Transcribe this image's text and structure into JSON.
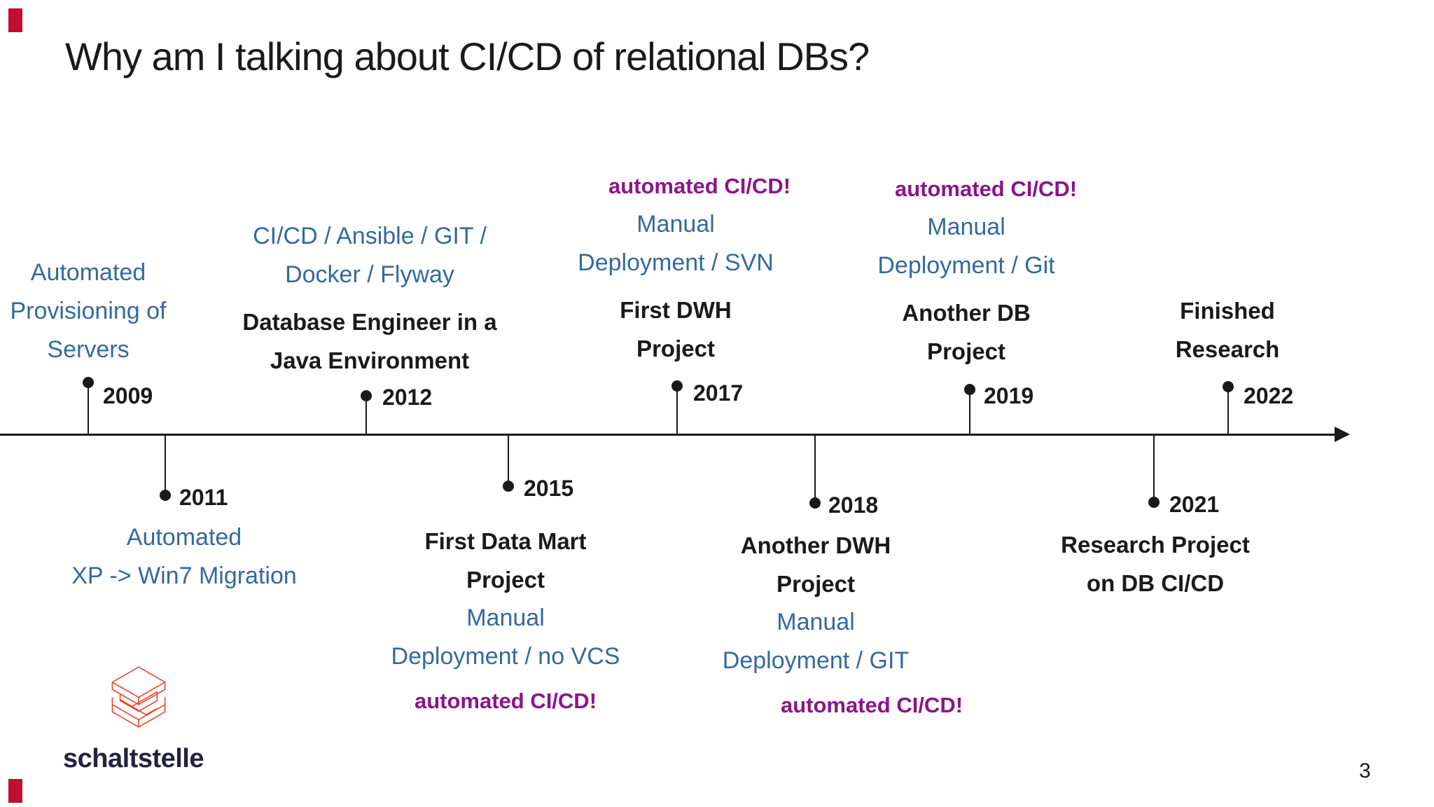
{
  "slide": {
    "title": "Why am I talking about CI/CD of relational DBs?",
    "page_number": "3"
  },
  "colors": {
    "event_blue": "#35699E",
    "event_purple": "#8B158B",
    "text_black": "#1A1A1A",
    "logo_red": "#E8452E",
    "logo_navy": "#222240",
    "edge_mark_red": "#C20E32"
  },
  "timeline": {
    "events": [
      {
        "year": "2009",
        "side": "above",
        "lines": [
          {
            "text": "Automated",
            "color": "blue"
          },
          {
            "text": "Provisioning of",
            "color": "blue"
          },
          {
            "text": "Servers",
            "color": "blue"
          }
        ]
      },
      {
        "year": "2011",
        "side": "below",
        "lines": [
          {
            "text": "Automated",
            "color": "blue"
          },
          {
            "text": "XP -> Win7 Migration",
            "color": "blue"
          }
        ]
      },
      {
        "year": "2012",
        "side": "above",
        "lines": [
          {
            "text": "CI/CD / Ansible / GIT /",
            "color": "blue"
          },
          {
            "text": "Docker / Flyway",
            "color": "blue"
          },
          {
            "text": "Database Engineer in a",
            "color": "black"
          },
          {
            "text": "Java Environment",
            "color": "black"
          }
        ]
      },
      {
        "year": "2015",
        "side": "below",
        "lines": [
          {
            "text": "First Data Mart",
            "color": "black"
          },
          {
            "text": "Project",
            "color": "black"
          },
          {
            "text": "Manual",
            "color": "blue"
          },
          {
            "text": "Deployment / no VCS",
            "color": "blue"
          },
          {
            "text": "automated CI/CD!",
            "color": "purple"
          }
        ]
      },
      {
        "year": "2017",
        "side": "above",
        "lines": [
          {
            "text": "automated CI/CD!",
            "color": "purple"
          },
          {
            "text": "Manual",
            "color": "blue"
          },
          {
            "text": "Deployment / SVN",
            "color": "blue"
          },
          {
            "text": "First DWH",
            "color": "black"
          },
          {
            "text": "Project",
            "color": "black"
          }
        ]
      },
      {
        "year": "2018",
        "side": "below",
        "lines": [
          {
            "text": "Another DWH",
            "color": "black"
          },
          {
            "text": "Project",
            "color": "black"
          },
          {
            "text": "Manual",
            "color": "blue"
          },
          {
            "text": "Deployment / GIT",
            "color": "blue"
          },
          {
            "text": "automated CI/CD!",
            "color": "purple"
          }
        ]
      },
      {
        "year": "2019",
        "side": "above",
        "lines": [
          {
            "text": "automated CI/CD!",
            "color": "purple"
          },
          {
            "text": "Manual",
            "color": "blue"
          },
          {
            "text": "Deployment / Git",
            "color": "blue"
          },
          {
            "text": "Another DB",
            "color": "black"
          },
          {
            "text": "Project",
            "color": "black"
          }
        ]
      },
      {
        "year": "2021",
        "side": "below",
        "lines": [
          {
            "text": "Research Project",
            "color": "black"
          },
          {
            "text": "on DB CI/CD",
            "color": "black"
          }
        ]
      },
      {
        "year": "2022",
        "side": "above",
        "lines": [
          {
            "text": "Finished",
            "color": "black"
          },
          {
            "text": "Research",
            "color": "black"
          }
        ]
      }
    ]
  },
  "logo": {
    "text": "schaltstelle",
    "icon": "isometric-stacked-cube-s-icon"
  }
}
